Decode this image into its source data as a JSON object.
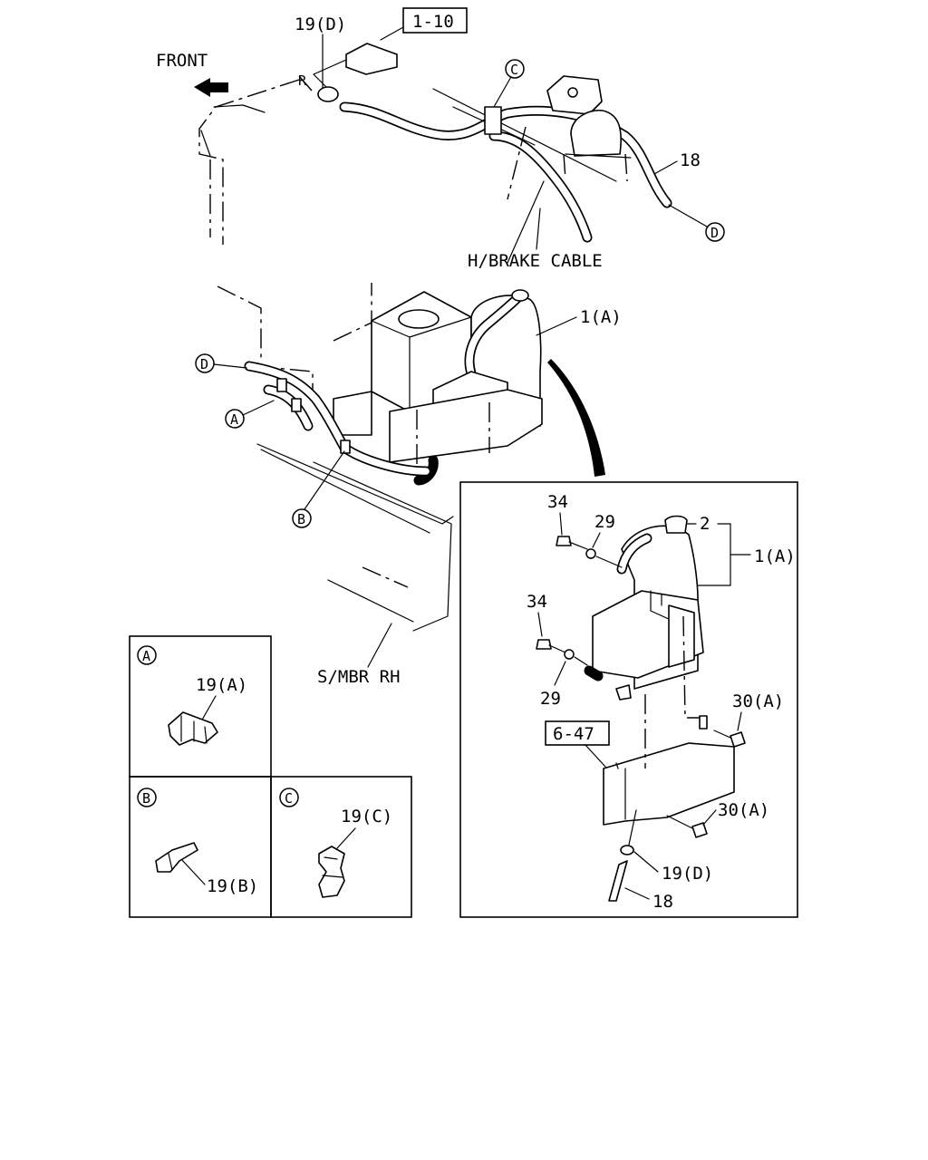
{
  "labels": {
    "front": "FRONT",
    "ref_1_10": "1-10",
    "clip_19d_top": "19(D)",
    "callout_c_top": "C",
    "hose_18_top": "18",
    "callout_d_top": "D",
    "brake_cable": "H/BRAKE CABLE",
    "tank_1a_main": "1(A)",
    "callout_d_mid": "D",
    "callout_a_mid": "A",
    "callout_b_mid": "B",
    "side_member": "S/MBR RH",
    "detail_34_top": "34",
    "detail_29_top": "29",
    "detail_cap_2": "2",
    "detail_1a": "1(A)",
    "detail_34_mid": "34",
    "detail_29_mid": "29",
    "detail_30a_top": "30(A)",
    "ref_6_47": "6-47",
    "detail_30a_bottom": "30(A)",
    "detail_19d": "19(D)",
    "detail_18": "18"
  },
  "insets": {
    "a": {
      "letter": "A",
      "part": "19(A)"
    },
    "b": {
      "letter": "B",
      "part": "19(B)"
    },
    "c": {
      "letter": "C",
      "part": "19(C)"
    }
  },
  "icons": [
    "front-arrow-icon",
    "curved-pointer-arrow-icon"
  ]
}
